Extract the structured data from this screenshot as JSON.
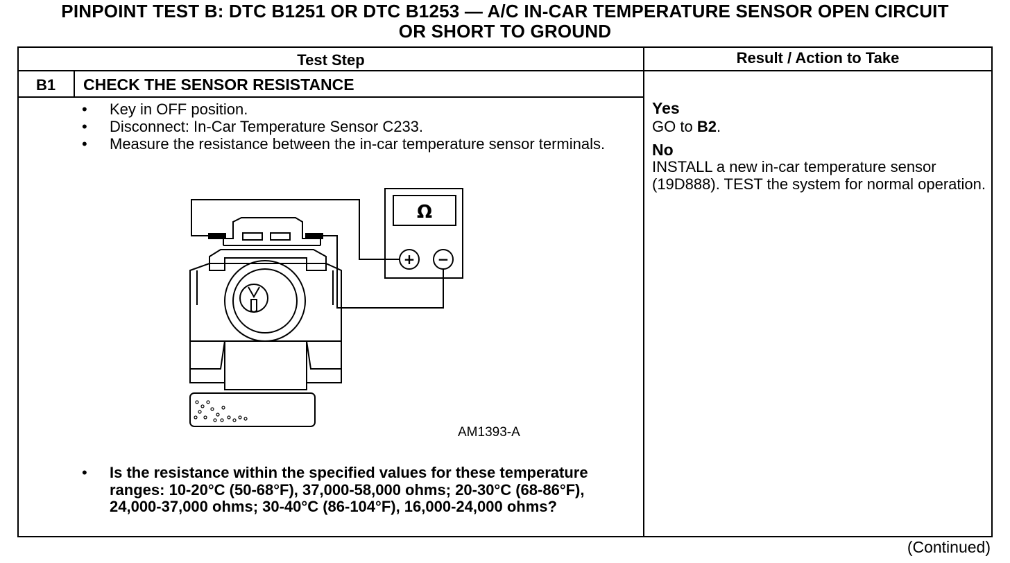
{
  "title": {
    "line1": "PINPOINT TEST B: DTC B1251 OR DTC B1253 — A/C IN-CAR TEMPERATURE SENSOR OPEN CIRCUIT",
    "line2": "OR SHORT TO GROUND"
  },
  "table": {
    "headers": {
      "test_step": "Test Step",
      "result_action": "Result / Action to Take"
    }
  },
  "step": {
    "id": "B1",
    "title": "CHECK THE SENSOR RESISTANCE",
    "bullets": [
      "Key in OFF position.",
      "Disconnect: In-Car Temperature Sensor C233.",
      "Measure the resistance between the in-car temperature sensor terminals."
    ],
    "question": "Is the resistance within the specified values for these temperature ranges: 10-20°C (50-68°F), 37,000-58,000 ohms; 20-30°C (68-86°F), 24,000-37,000 ohms; 30-40°C (86-104°F), 16,000-24,000 ohms?"
  },
  "figure": {
    "label": "AM1393-A",
    "meter_symbol": "Ω",
    "plus": "+",
    "minus": "−"
  },
  "result": {
    "yes_label": "Yes",
    "yes_action_prefix": "GO to",
    "yes_action_target": "B2",
    "yes_action_suffix": ".",
    "no_label": "No",
    "no_action": "INSTALL a new in-car temperature sensor (19D888). TEST the system for normal operation."
  },
  "footer": {
    "continued": "(Continued)"
  }
}
